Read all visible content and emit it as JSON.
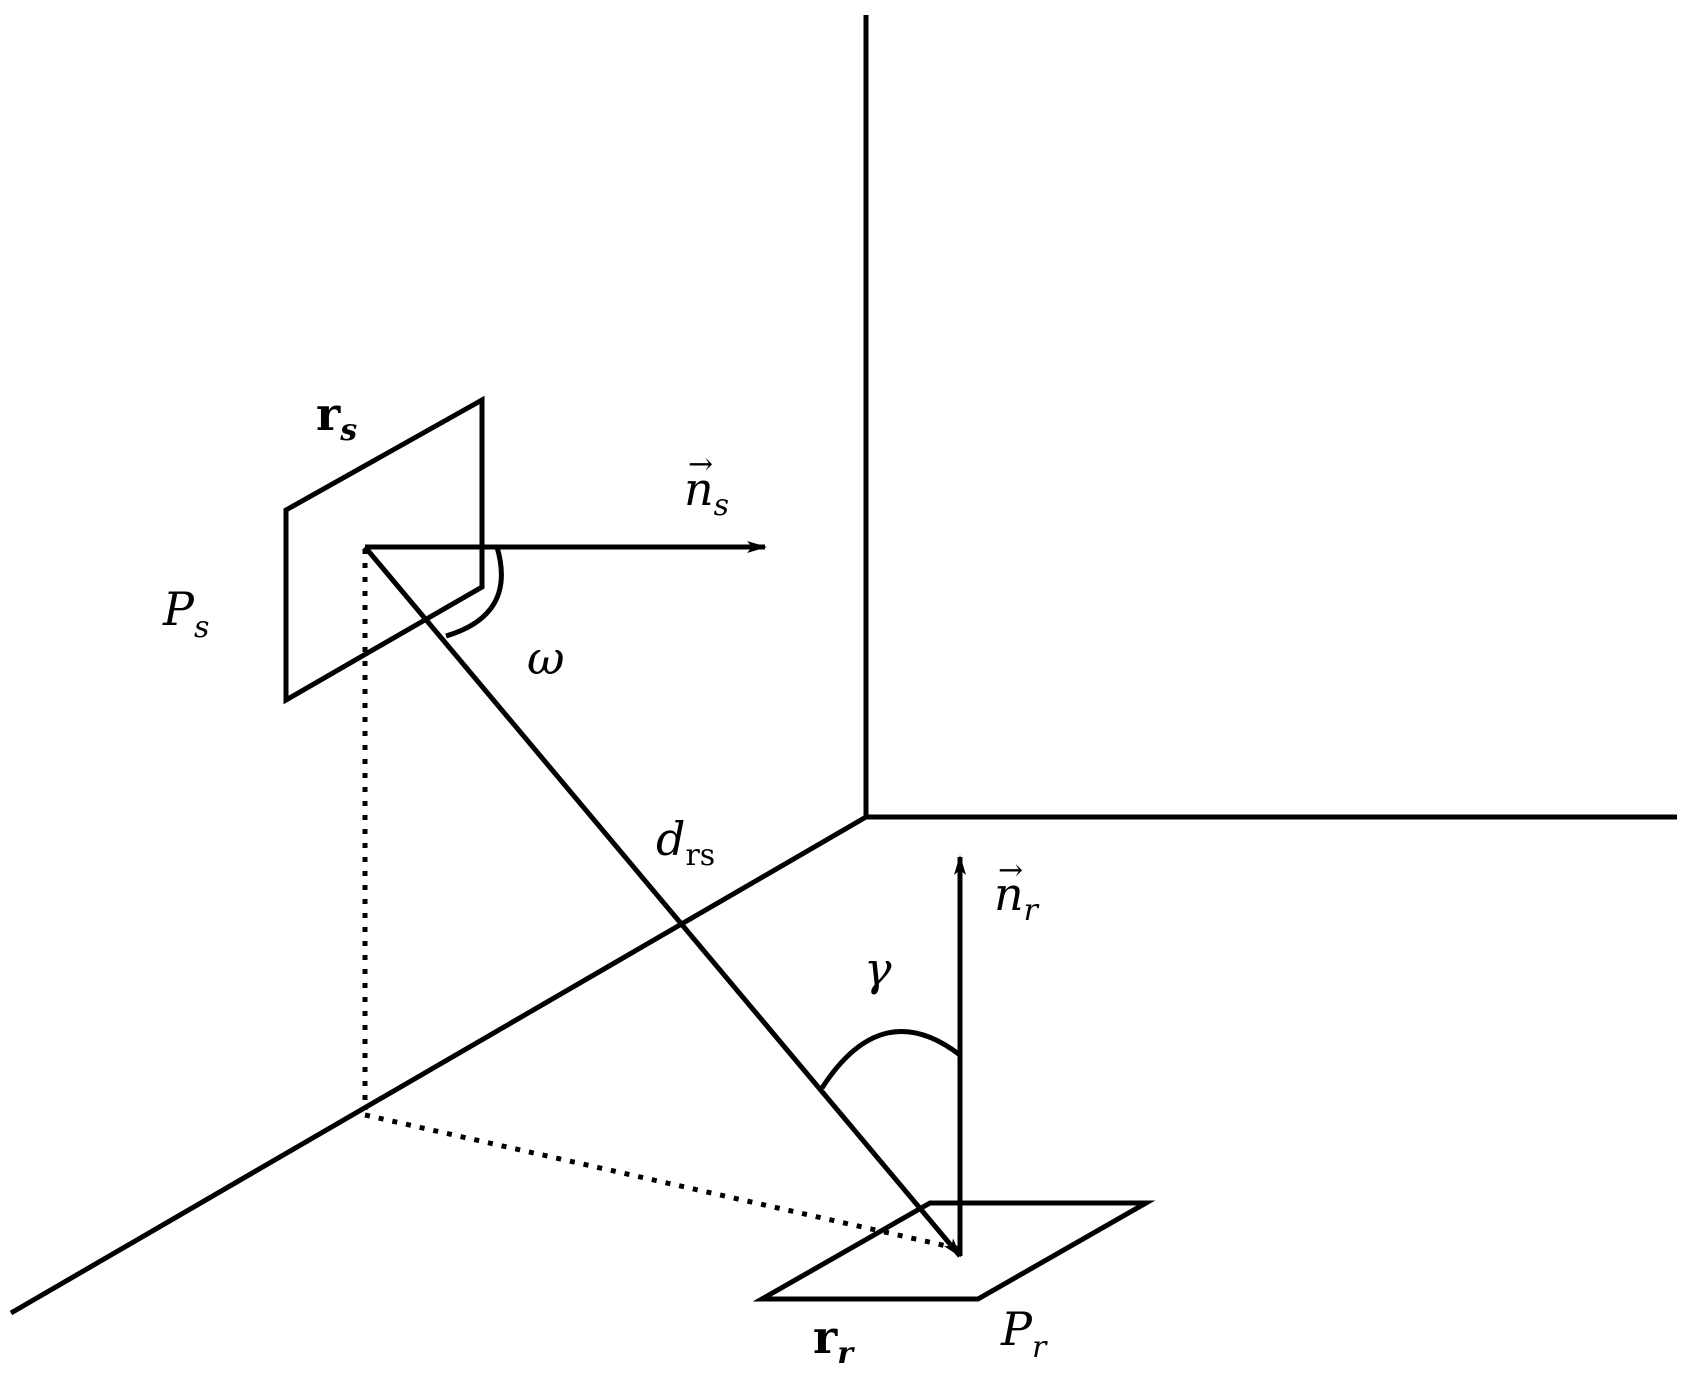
{
  "diagram": {
    "labels": {
      "source_position": {
        "base": "r",
        "sub": "s"
      },
      "source_patch": {
        "base": "P",
        "sub": "s"
      },
      "source_normal": {
        "base": "n",
        "sub": "s"
      },
      "angle_omega": "ω",
      "distance": {
        "base": "d",
        "sub": "rs"
      },
      "receiver_normal": {
        "base": "n",
        "sub": "r"
      },
      "angle_gamma": "γ",
      "receiver_position": {
        "base": "r",
        "sub": "r"
      },
      "receiver_patch": {
        "base": "P",
        "sub": "r"
      }
    },
    "vector_arrow_glyph": "→"
  }
}
